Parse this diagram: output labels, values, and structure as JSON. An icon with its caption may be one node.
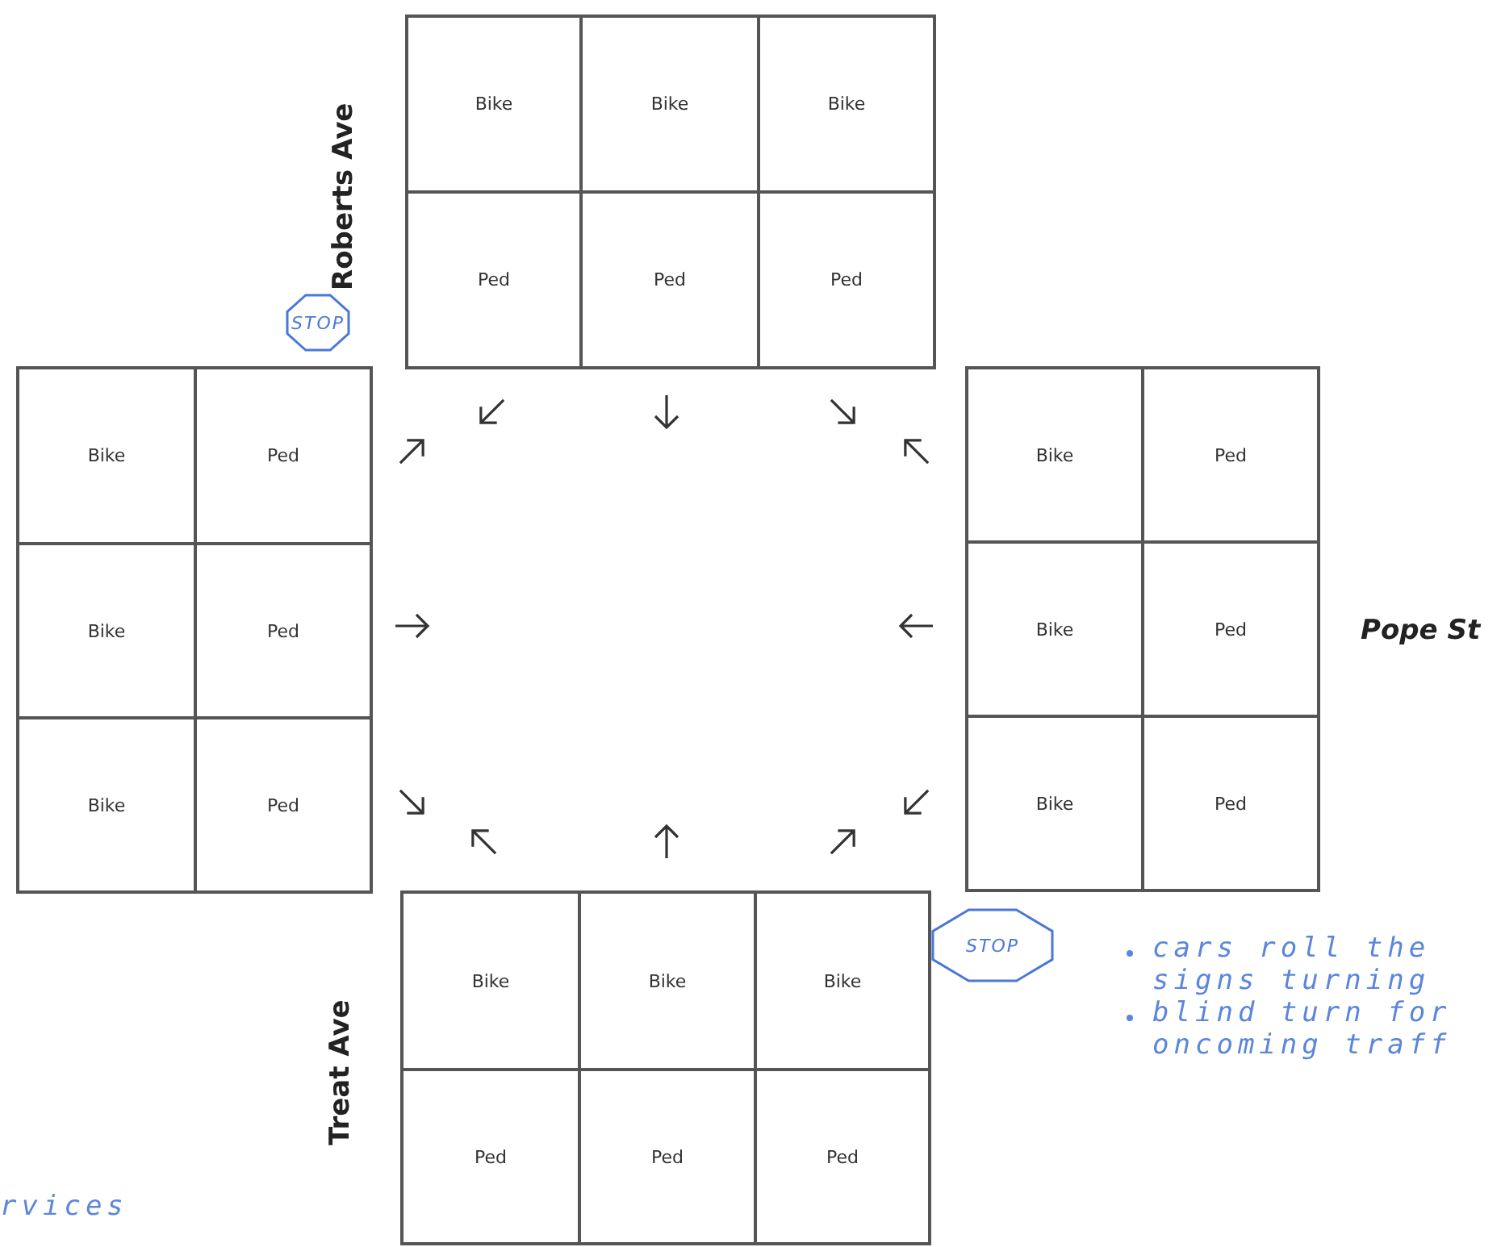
{
  "diagram": {
    "nodes": [
      {
        "text": [
          "Bike"
        ]
      },
      {
        "text": [
          "Bike"
        ]
      },
      {
        "text": [
          "Bike"
        ]
      },
      {
        "text": [
          "Ped"
        ]
      },
      {
        "text": [
          "Ped"
        ]
      },
      {
        "text": [
          "Ped"
        ]
      },
      {
        "text": [
          "STOP"
        ]
      },
      {
        "text": [
          "Bike"
        ]
      },
      {
        "text": [
          "Ped"
        ]
      },
      {
        "text": [
          "Bike"
        ]
      },
      {
        "text": [
          "Ped"
        ]
      },
      {
        "text": [
          "Bike"
        ]
      },
      {
        "text": [
          "Ped"
        ]
      },
      {
        "text": [
          "Bike"
        ]
      },
      {
        "text": [
          "Ped"
        ]
      },
      {
        "text": [
          "Bike"
        ]
      },
      {
        "text": [
          "Ped"
        ]
      },
      {
        "text": [
          "Bike"
        ]
      },
      {
        "text": [
          "Ped"
        ]
      },
      {
        "text": [
          "STOP"
        ]
      },
      {
        "text": [
          "Bike"
        ]
      },
      {
        "text": [
          "Bike"
        ]
      },
      {
        "text": [
          "Bike"
        ]
      },
      {
        "text": [
          "Ped"
        ]
      },
      {
        "text": [
          "Ped"
        ]
      },
      {
        "text": [
          "Ped"
        ]
      }
    ],
    "labels": [
      "Roberts Ave",
      "Pope St",
      "Treat Ave",
      "cars roll the signs turning",
      "blind turn for oncoming traff",
      "rvices"
    ]
  }
}
